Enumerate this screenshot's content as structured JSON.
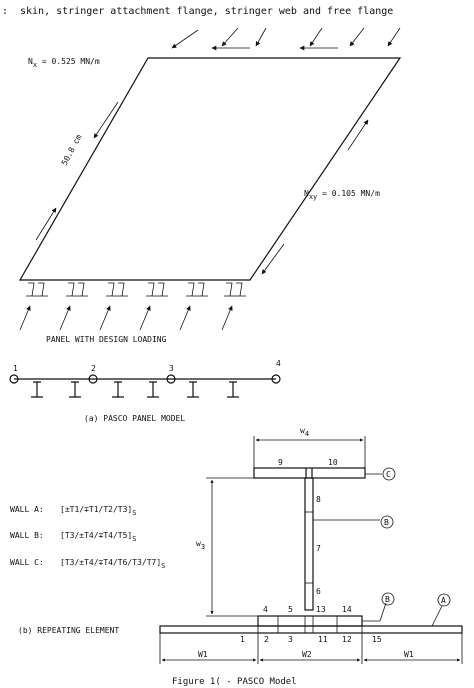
{
  "header_text": "skin, stringer attachment flange, stringer web and free flange",
  "header_prefix": ":",
  "panel": {
    "nx_label": "N",
    "nx_sub": "x",
    "nx_value": " = 0.525 MN/m",
    "nxy_label": "N",
    "nxy_sub": "xy",
    "nxy_value": " = 0.105 MN/m",
    "dimension": "50.8 cm",
    "caption": "PANEL WITH DESIGN LOADING"
  },
  "panel_model": {
    "nodes": [
      "1",
      "2",
      "3",
      "4"
    ],
    "caption": "(a)  PASCO PANEL MODEL"
  },
  "repeating_element": {
    "w4_label": "w",
    "w4_sub": "4",
    "w3_label": "w",
    "w3_sub": "3",
    "wall_a_label": "WALL A:",
    "wall_a_layup": "[±T1/∓T1/T2/T3]",
    "wall_b_label": "WALL B:",
    "wall_b_layup": "[T3/±T4/∓T4/T5]",
    "wall_c_label": "WALL C:",
    "wall_c_layup": "[T3/±T4/∓T4/T6/T3/T7]",
    "layup_sub": "S",
    "segments": [
      "9",
      "10",
      "8",
      "7",
      "6",
      "4",
      "5",
      "13",
      "14",
      "2",
      "3",
      "11",
      "12",
      "1",
      "15"
    ],
    "wall_tags": [
      "C",
      "B",
      "B",
      "A"
    ],
    "w_labels": [
      "W1",
      "W2",
      "W1"
    ],
    "caption": "(b)  REPEATING ELEMENT"
  },
  "figure_caption": "Figure 1( - PASCO Model"
}
